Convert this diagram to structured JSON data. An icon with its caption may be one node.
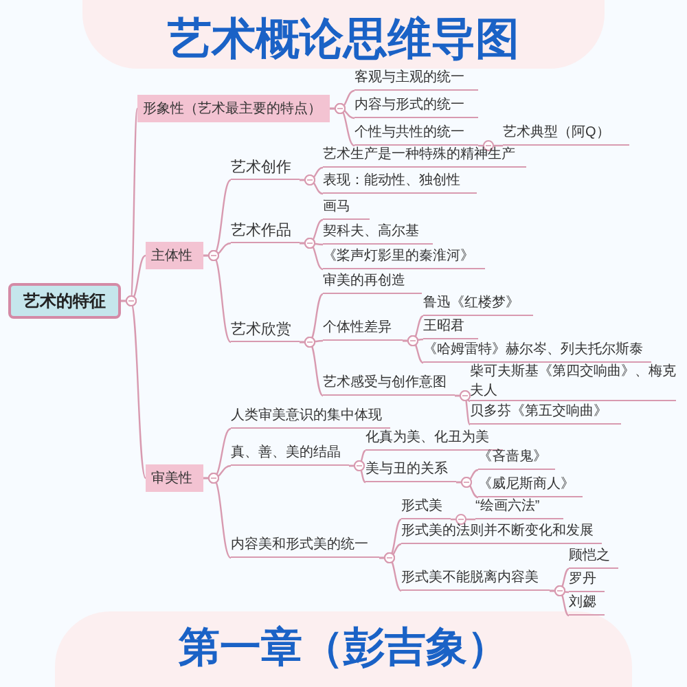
{
  "diagram": {
    "title": "艺术概论思维导图",
    "caption": "第一章（彭吉象）",
    "nodes": [
      {
        "text": [
          "艺术的特征"
        ]
      },
      {
        "text": [
          "形象性（艺术最主要的特点）"
        ]
      },
      {
        "text": [
          "客观与主观的统一"
        ]
      },
      {
        "text": [
          "内容与形式的统一"
        ]
      },
      {
        "text": [
          "个性与共性的统一"
        ]
      },
      {
        "text": [
          "艺术典型（阿Q）"
        ]
      },
      {
        "text": [
          "主体性"
        ]
      },
      {
        "text": [
          "艺术创作"
        ]
      },
      {
        "text": [
          "艺术生产是一种特殊的精神生产"
        ]
      },
      {
        "text": [
          "表现：能动性、独创性"
        ]
      },
      {
        "text": [
          "艺术作品"
        ]
      },
      {
        "text": [
          "画马"
        ]
      },
      {
        "text": [
          "契科夫、高尔基"
        ]
      },
      {
        "text": [
          "《桨声灯影里的秦淮河》"
        ]
      },
      {
        "text": [
          "艺术欣赏"
        ]
      },
      {
        "text": [
          "审美的再创造"
        ]
      },
      {
        "text": [
          "个体性差异"
        ]
      },
      {
        "text": [
          "鲁迅《红楼梦》"
        ]
      },
      {
        "text": [
          "王昭君"
        ]
      },
      {
        "text": [
          "《哈姆雷特》赫尔岑、列夫托尔斯泰"
        ]
      },
      {
        "text": [
          "艺术感受与创作意图"
        ]
      },
      {
        "text": [
          "柴可夫斯基《第四交响曲》、梅克夫人"
        ]
      },
      {
        "text": [
          "贝多芬《第五交响曲》"
        ]
      },
      {
        "text": [
          "审美性"
        ]
      },
      {
        "text": [
          "人类审美意识的集中体现"
        ]
      },
      {
        "text": [
          "真、善、美的结晶"
        ]
      },
      {
        "text": [
          "化真为美、化丑为美"
        ]
      },
      {
        "text": [
          "美与丑的关系"
        ]
      },
      {
        "text": [
          "《吝啬鬼》"
        ]
      },
      {
        "text": [
          "《威尼斯商人》"
        ]
      },
      {
        "text": [
          "内容美和形式美的统一"
        ]
      },
      {
        "text": [
          "形式美"
        ]
      },
      {
        "text": [
          "“绘画六法”"
        ]
      },
      {
        "text": [
          "形式美的法则并不断变化和发展"
        ]
      },
      {
        "text": [
          "形式美不能脱离内容美"
        ]
      },
      {
        "text": [
          "顾恺之"
        ]
      },
      {
        "text": [
          "罗丹"
        ]
      },
      {
        "text": [
          "刘勰"
        ]
      }
    ],
    "edges": [
      {
        "from": 0,
        "to": 1,
        "arrow": "other"
      },
      {
        "from": 0,
        "to": 6,
        "arrow": "other"
      },
      {
        "from": 0,
        "to": 23,
        "arrow": "other"
      },
      {
        "from": 1,
        "to": 2,
        "arrow": "other"
      },
      {
        "from": 1,
        "to": 3,
        "arrow": "other"
      },
      {
        "from": 1,
        "to": 4,
        "arrow": "other"
      },
      {
        "from": 4,
        "to": 5,
        "arrow": "other"
      },
      {
        "from": 6,
        "to": 7,
        "arrow": "other"
      },
      {
        "from": 6,
        "to": 10,
        "arrow": "other"
      },
      {
        "from": 6,
        "to": 14,
        "arrow": "other"
      },
      {
        "from": 7,
        "to": 8,
        "arrow": "other"
      },
      {
        "from": 7,
        "to": 9,
        "arrow": "other"
      },
      {
        "from": 10,
        "to": 11,
        "arrow": "other"
      },
      {
        "from": 10,
        "to": 12,
        "arrow": "other"
      },
      {
        "from": 10,
        "to": 13,
        "arrow": "other"
      },
      {
        "from": 14,
        "to": 15,
        "arrow": "other"
      },
      {
        "from": 14,
        "to": 16,
        "arrow": "other"
      },
      {
        "from": 14,
        "to": 20,
        "arrow": "other"
      },
      {
        "from": 16,
        "to": 17,
        "arrow": "other"
      },
      {
        "from": 16,
        "to": 18,
        "arrow": "other"
      },
      {
        "from": 16,
        "to": 19,
        "arrow": "other"
      },
      {
        "from": 20,
        "to": 21,
        "arrow": "other"
      },
      {
        "from": 20,
        "to": 22,
        "arrow": "other"
      },
      {
        "from": 23,
        "to": 24,
        "arrow": "other"
      },
      {
        "from": 23,
        "to": 25,
        "arrow": "other"
      },
      {
        "from": 23,
        "to": 30,
        "arrow": "other"
      },
      {
        "from": 25,
        "to": 26,
        "arrow": "other"
      },
      {
        "from": 25,
        "to": 27,
        "arrow": "other"
      },
      {
        "from": 27,
        "to": 28,
        "arrow": "other"
      },
      {
        "from": 27,
        "to": 29,
        "arrow": "other"
      },
      {
        "from": 30,
        "to": 31,
        "arrow": "other"
      },
      {
        "from": 30,
        "to": 33,
        "arrow": "other"
      },
      {
        "from": 30,
        "to": 34,
        "arrow": "other"
      },
      {
        "from": 31,
        "to": 32,
        "arrow": "other"
      },
      {
        "from": 34,
        "to": 35,
        "arrow": "other"
      },
      {
        "from": 34,
        "to": 36,
        "arrow": "other"
      },
      {
        "from": 34,
        "to": 37,
        "arrow": "other"
      }
    ]
  }
}
